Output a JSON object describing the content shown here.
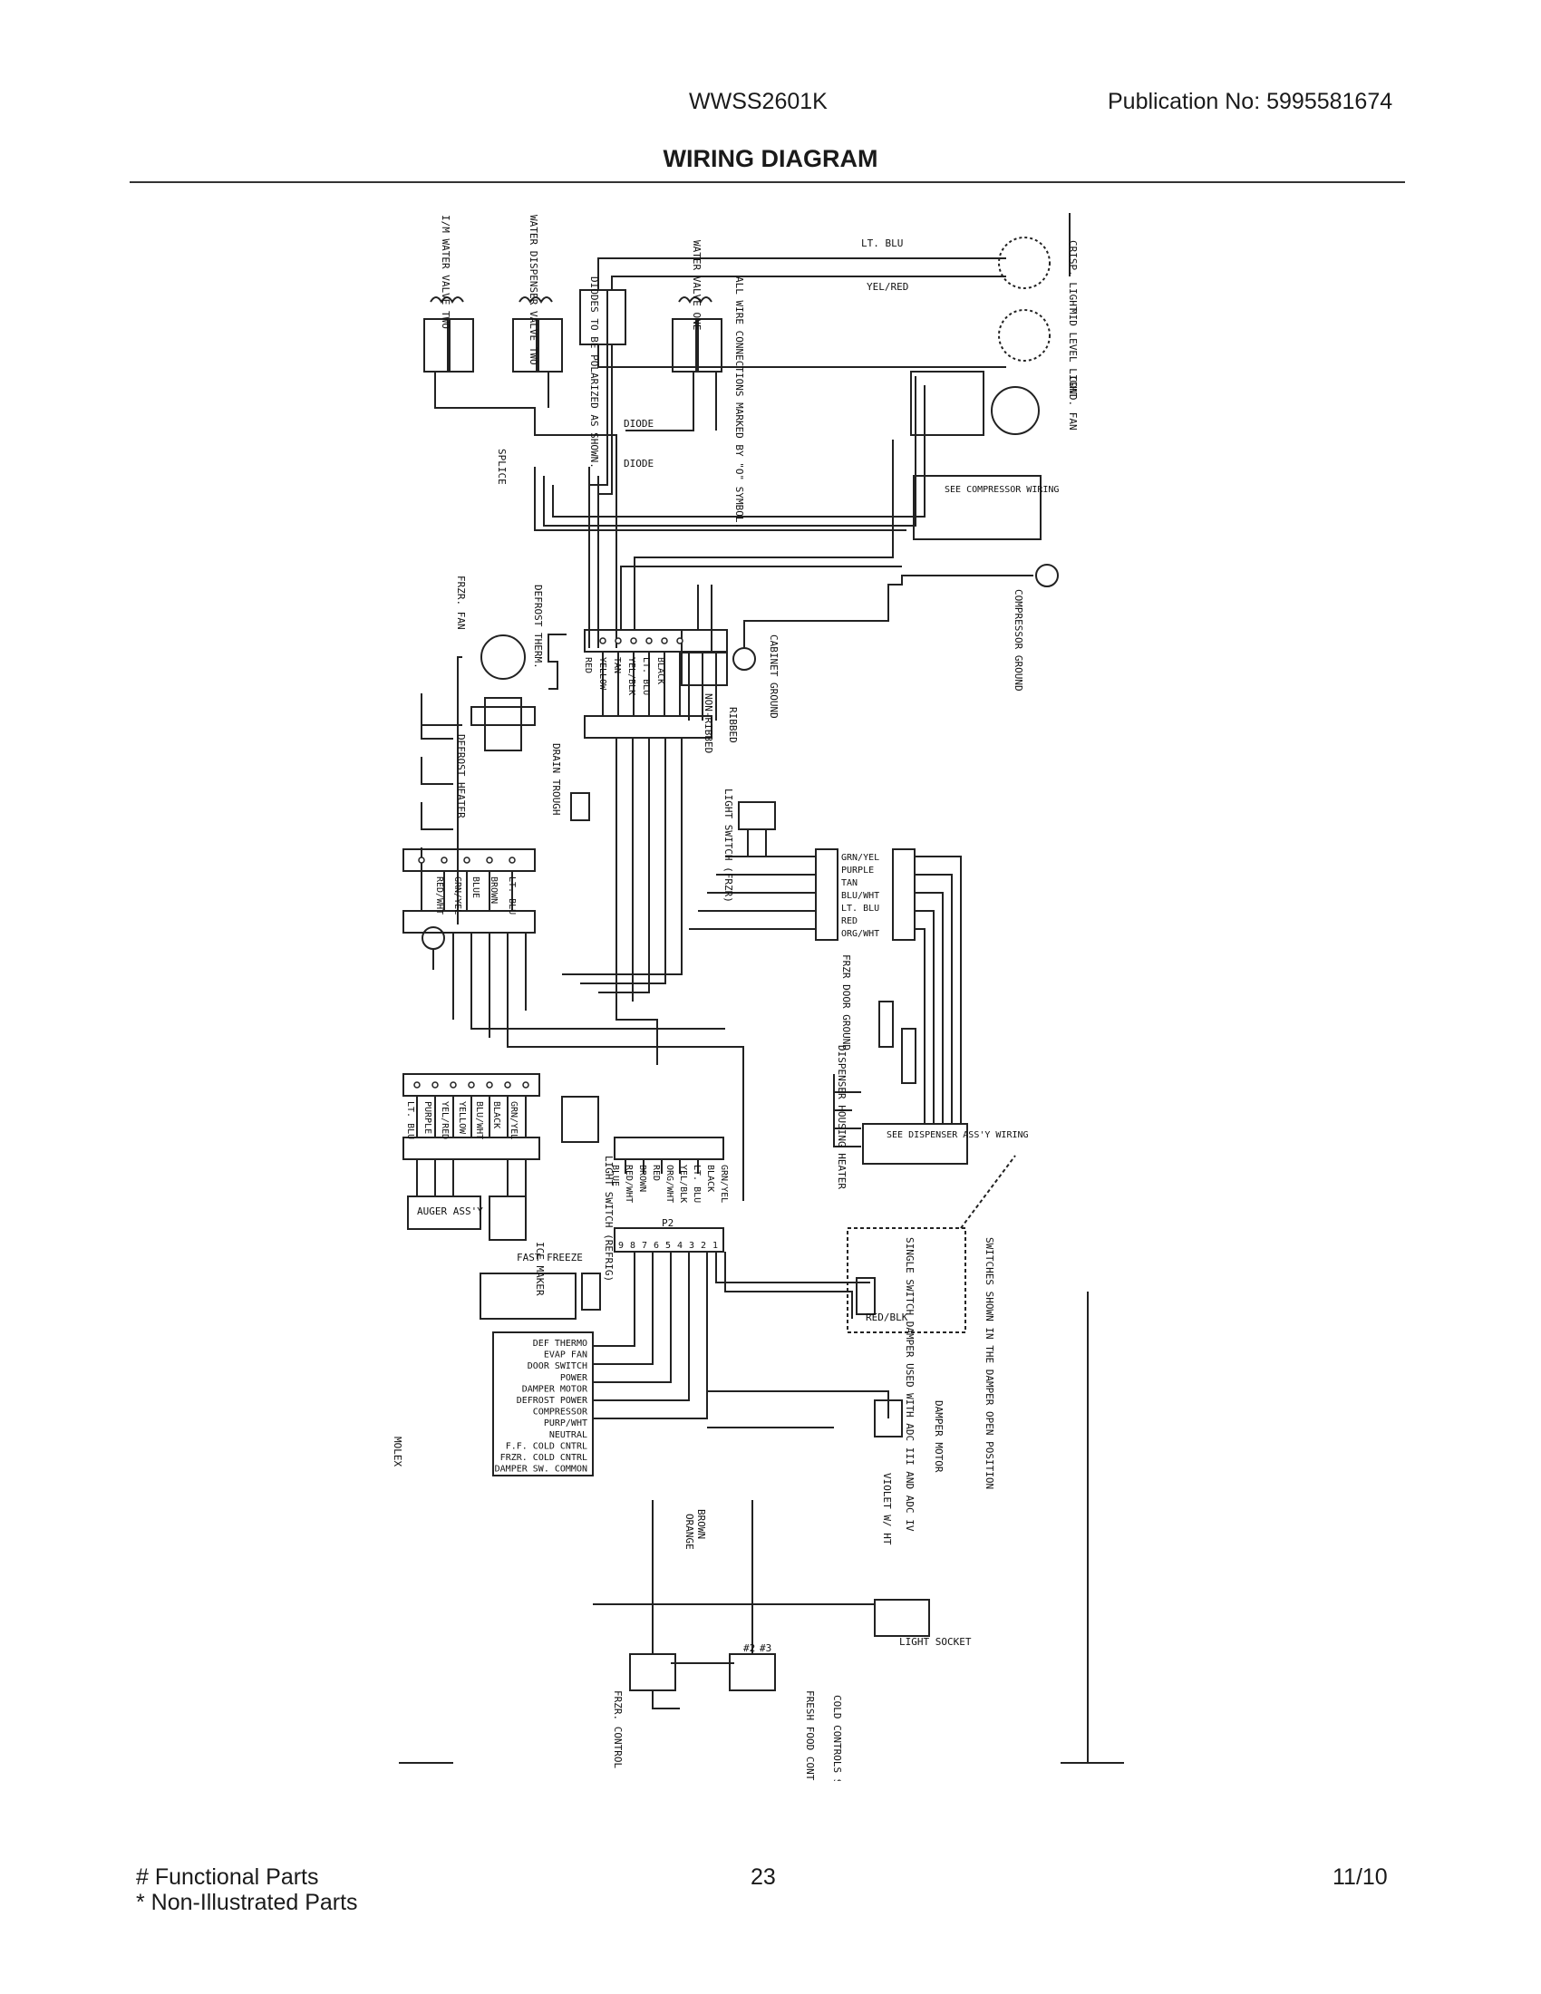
{
  "header": {
    "model": "WWSS2601K",
    "publication_label": "Publication No:",
    "publication_number": "5995581674",
    "title": "WIRING DIAGRAM"
  },
  "footer": {
    "functional_parts": "# Functional Parts",
    "non_illustrated_parts": "* Non-Illustrated Parts",
    "page_number": "23",
    "date": "11/10"
  },
  "diagram": {
    "components": {
      "im_valve_two": "I/M WATER VALVE TWO",
      "water_dispenser_valve_two": "WATER DISPENSER VALVE TWO",
      "diodes_note": "DIODES TO BE POLARIZED AS SHOWN.",
      "water_valve_one": "WATER VALVE ONE",
      "wire_connections_note": "ALL WIRE CONNECTIONS MARKED BY \"O\" SYMBOL.",
      "crisp_light": "CRISP. LIGHT",
      "mid_level_light": "MID LEVEL LIGHT",
      "cond_fan": "COND. FAN",
      "see_compressor_wiring": "SEE COMPRESSOR WIRING",
      "compressor_ground": "COMPRESSOR GROUND",
      "cabinet_ground": "CABINET GROUND",
      "diode_top": "DIODE",
      "diode_bottom": "DIODE",
      "splice": "SPLICE",
      "frzr_fan": "FRZR. FAN",
      "defrost_therm": "DEFROST THERM.",
      "defrost_heater": "DEFROST HEATER",
      "drain_trough": "DRAIN TROUGH",
      "light_switch_frzr": "LIGHT SWITCH (FRZR)",
      "frzr_door_ground": "FRZR DOOR GROUND",
      "dispenser_housing_heater": "DISPENSER HOUSING HEATER",
      "see_dispenser_wiring": "SEE DISPENSER ASS'Y WIRING",
      "light_switch_refrig": "LIGHT SWITCH (REFRIG)",
      "auger": "AUGER ASS'Y",
      "ice_maker": "ICE MAKER",
      "single_switch_damper": "SINGLE SWITCH DAMPER USED WITH ADC III AND ADC IV",
      "switches_note": "SWITCHES SHOWN IN THE DAMPER OPEN POSITION",
      "fast_freeze": "FAST FREEZE",
      "p2": "P2",
      "damper_motor": "DAMPER MOTOR",
      "red_blk": "RED/BLK",
      "violet_wht": "VIOLET W/ HT",
      "molex": "MOLEX",
      "light_socket": "LIGHT SOCKET",
      "frzr_control": "FRZR. CONTROL",
      "fresh_food_control": "FRESH FOOD CONTROL",
      "cold_controls_note": "COLD CONTROLS SHOWN IN THE ON POSITION.",
      "brown": "BROWN",
      "orange": "ORANGE",
      "ribbed": "RIBBED",
      "non_ribbed": "NON-RIBBED",
      "lt_blu_top": "LT. BLU",
      "yel_red_top": "YEL/RED",
      "term_2": "#2",
      "term_3": "#3"
    },
    "wire_groups": {
      "top_connector": [
        "RED",
        "YELLOW",
        "TAN",
        "YEL/BLK",
        "LT. BLU",
        "BLACK"
      ],
      "left_mid_connector": [
        "LT. BLU",
        "BROWN",
        "BLUE",
        "GRN/YEL",
        "RED/WHT"
      ],
      "right_connector": [
        "GRN/YEL",
        "PURPLE",
        "TAN",
        "BLU/WHT",
        "LT. BLU",
        "RED",
        "ORG/WHT"
      ],
      "left_lower_connector": [
        "LT. BLU",
        "PURPLE",
        "YEL/RED",
        "YELLOW",
        "BLU/WHT",
        "BLACK",
        "GRN/YEL"
      ],
      "center_lower_connector": [
        "BLUE",
        "RED/WHT",
        "BROWN",
        "RED",
        "ORG/WHT",
        "YEL/BLK",
        "LT. BLU",
        "BLACK",
        "GRN/YEL"
      ]
    },
    "p2_pins": [
      "9",
      "8",
      "7",
      "6",
      "5",
      "4",
      "3",
      "2",
      "1"
    ],
    "control_pins": [
      "DEF THERMO",
      "EVAP FAN",
      "DOOR SWITCH",
      "POWER",
      "DAMPER MOTOR",
      "DEFROST POWER",
      "COMPRESSOR",
      "PURP/WHT",
      "NEUTRAL",
      "F.F. COLD CNTRL",
      "FRZR. COLD CNTRL",
      "DAMPER SW. COMMON"
    ]
  }
}
